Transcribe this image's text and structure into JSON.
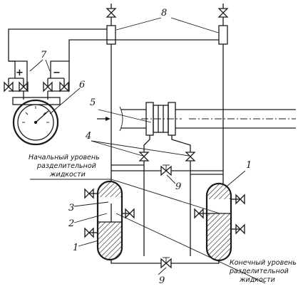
{
  "labels": {
    "l1": "1",
    "l2": "2",
    "l3": "3",
    "l4": "4",
    "l5": "5",
    "l6": "6",
    "l7": "7",
    "l8": "8",
    "l9": "9",
    "plus": "+",
    "minus": "−"
  },
  "captions": {
    "initial": [
      "Начальный уровень",
      "разделительной",
      "жидкости"
    ],
    "final": [
      "Конечный уровень",
      "разделительной",
      "жидкости"
    ]
  }
}
